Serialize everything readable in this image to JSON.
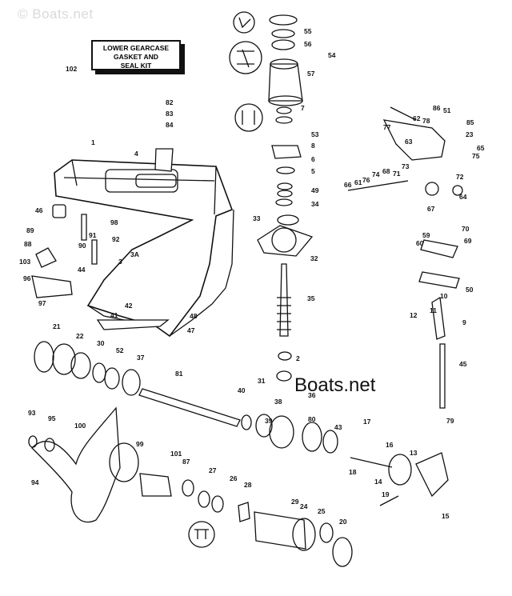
{
  "watermark_top": "© Boats.net",
  "watermark_mid": "Boats.net",
  "kit_box": {
    "lines": [
      "LOWER GEARCASE",
      "GASKET AND",
      "SEAL KIT"
    ],
    "ref": "102"
  },
  "callouts": [
    "55",
    "56",
    "54",
    "57",
    "7",
    "53",
    "8",
    "6",
    "5",
    "49",
    "34",
    "33",
    "32",
    "35",
    "2",
    "31",
    "36",
    "38",
    "39",
    "40",
    "80",
    "43",
    "17",
    "16",
    "18",
    "14",
    "13",
    "79",
    "45",
    "10",
    "11",
    "9",
    "12",
    "50",
    "70",
    "59",
    "69",
    "60",
    "64",
    "72",
    "67",
    "77",
    "62",
    "78",
    "86",
    "51",
    "85",
    "23",
    "65",
    "75",
    "63",
    "76",
    "74",
    "68",
    "71",
    "73",
    "66",
    "61",
    "82",
    "83",
    "84",
    "4",
    "1",
    "46",
    "98",
    "91",
    "92",
    "90",
    "89",
    "88",
    "103",
    "44",
    "96",
    "97",
    "3",
    "3A",
    "41",
    "42",
    "48",
    "47",
    "21",
    "22",
    "30",
    "52",
    "37",
    "81",
    "93",
    "95",
    "94",
    "100",
    "99",
    "101",
    "87",
    "27",
    "26",
    "28",
    "29",
    "24",
    "25",
    "20",
    "19",
    "15"
  ]
}
